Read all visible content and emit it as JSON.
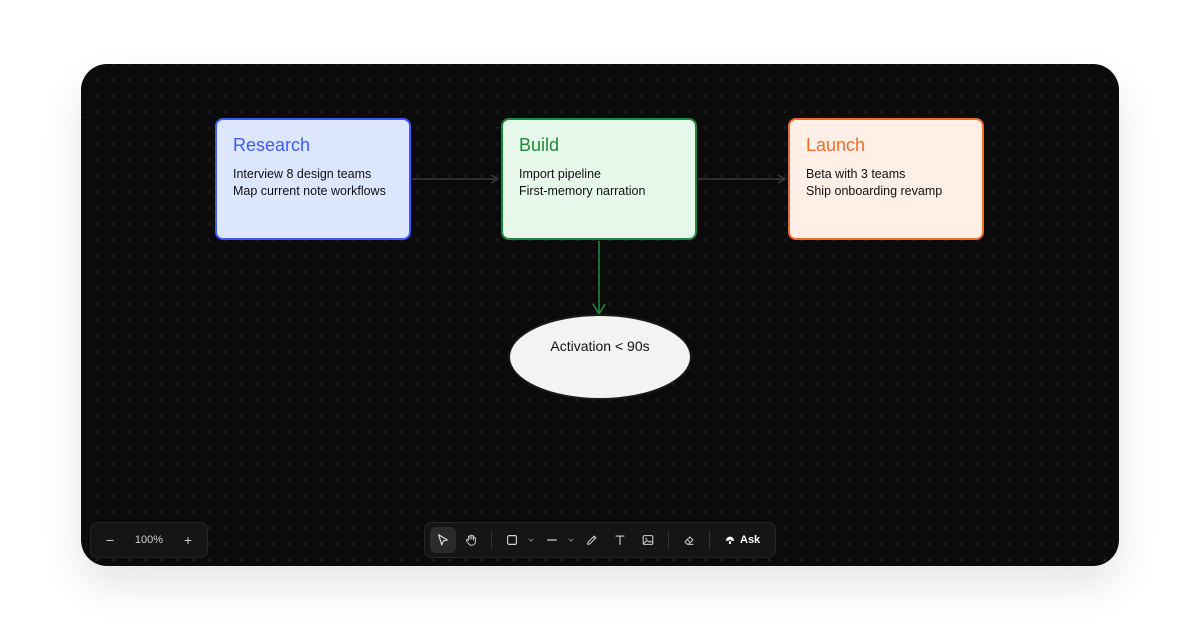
{
  "nodes": {
    "research": {
      "title": "Research",
      "lines": [
        "Interview 8 design teams",
        "Map current note workflows"
      ]
    },
    "build": {
      "title": "Build",
      "lines": [
        "Import pipeline",
        "First-memory narration"
      ]
    },
    "launch": {
      "title": "Launch",
      "lines": [
        "Beta with 3 teams",
        "Ship onboarding revamp"
      ]
    },
    "goal": {
      "label": "Activation < 90s"
    }
  },
  "zoom": {
    "value": "100%",
    "minus": "−",
    "plus": "+"
  },
  "toolbar": {
    "tools": [
      "select-tool",
      "hand-tool",
      "rectangle-tool",
      "line-tool",
      "pen-tool",
      "text-tool",
      "image-tool",
      "eraser-tool"
    ],
    "ask_label": "Ask"
  },
  "colors": {
    "research": "#3b5bfd",
    "build": "#1b8a3a",
    "launch": "#f26b2a",
    "canvas": "#0b0b0b"
  }
}
